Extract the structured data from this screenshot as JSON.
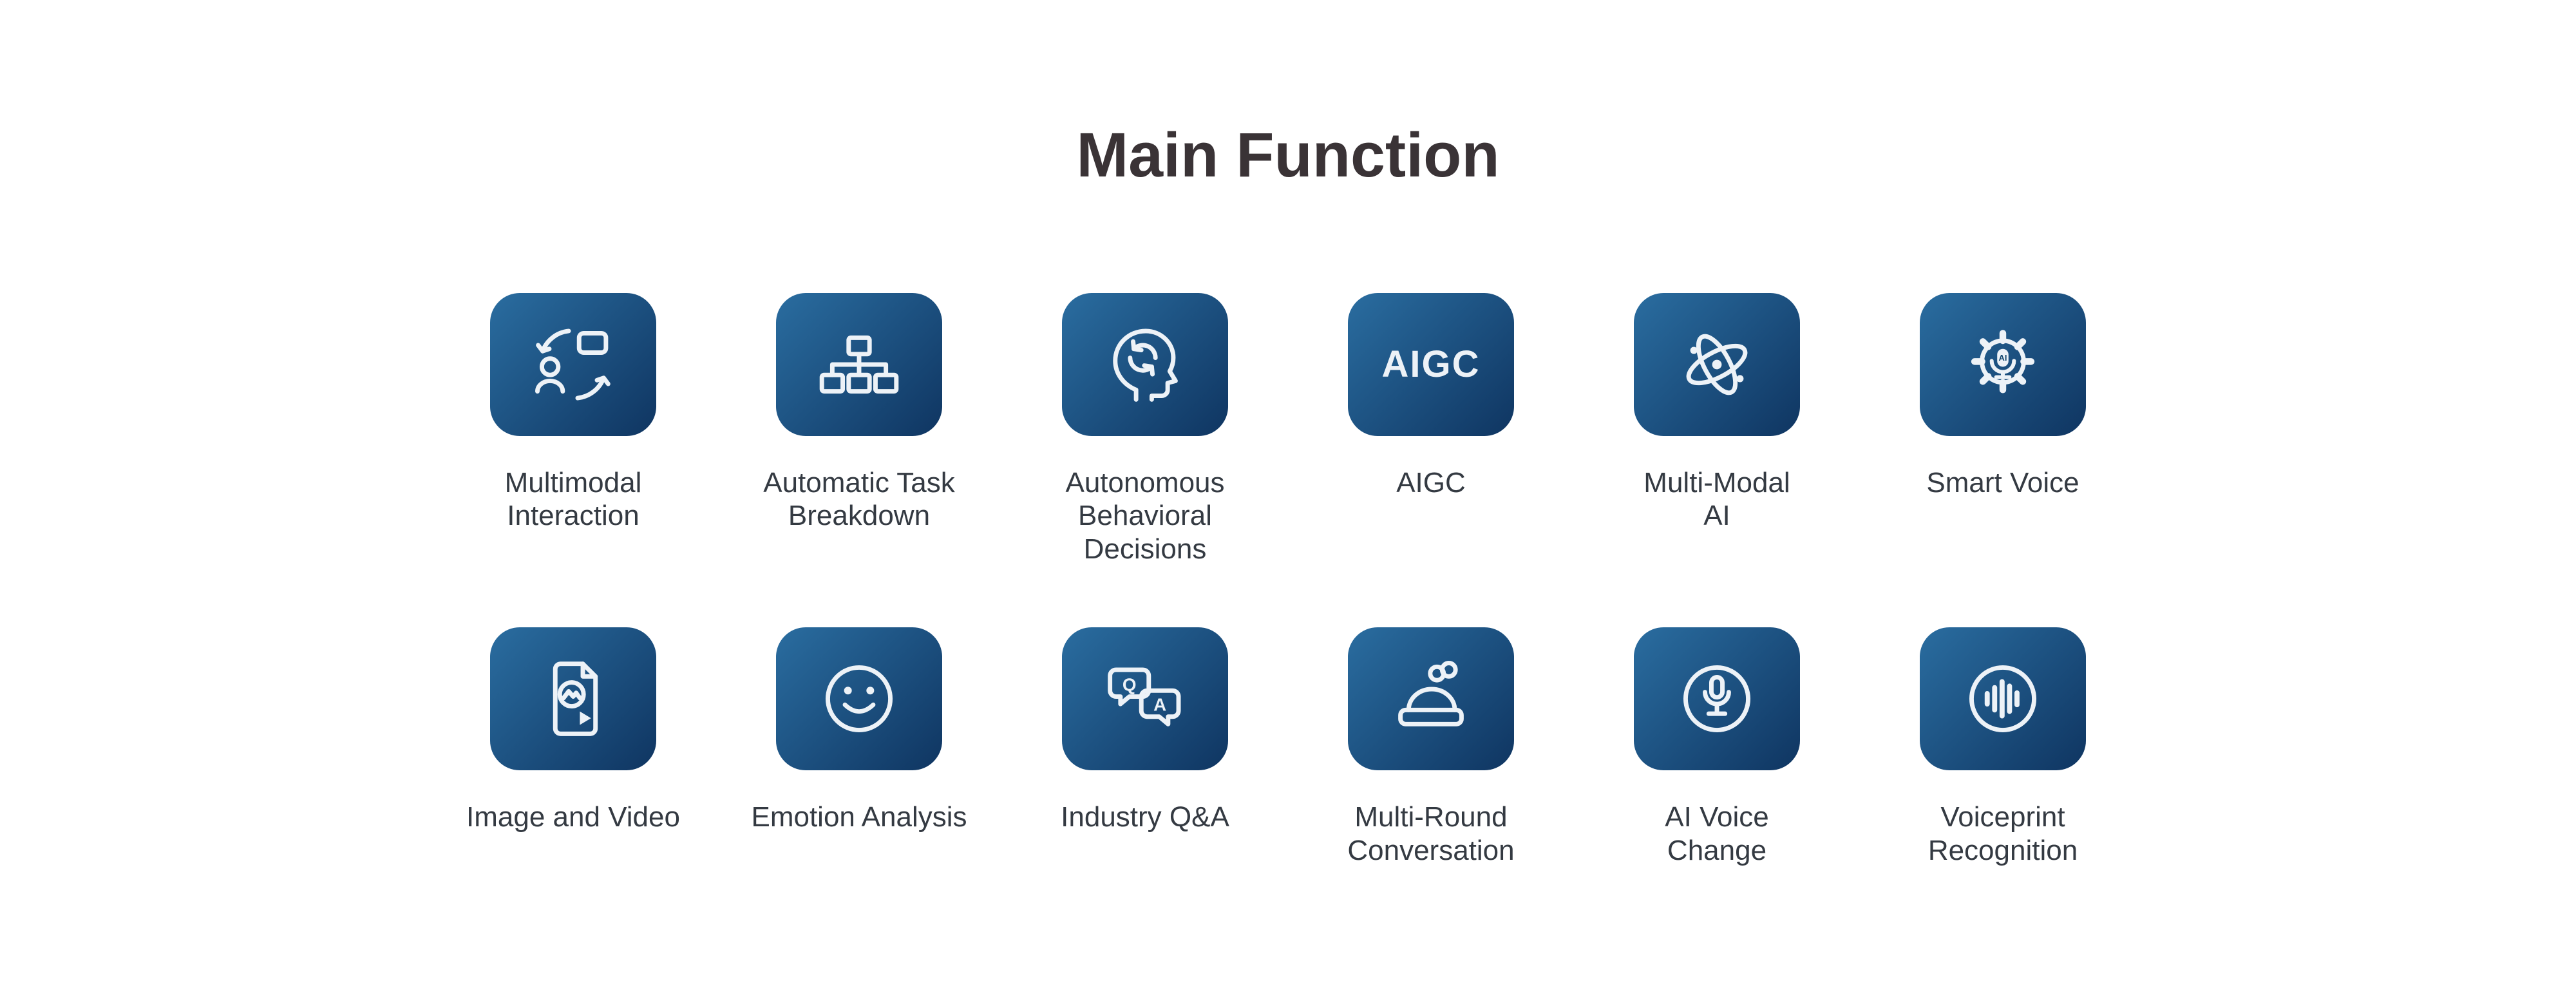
{
  "title": "Main Function",
  "colors": {
    "background": "#ffffff",
    "title": "#3a3336",
    "label": "#343a42",
    "tile_gradient_start": "#2a6da0",
    "tile_gradient_end": "#0f3561",
    "icon": "#edf2f7"
  },
  "rows": [
    {
      "tiles": [
        {
          "icon": "multimodal-interaction-icon",
          "label": "Multimodal\nInteraction"
        },
        {
          "icon": "automatic-task-breakdown-icon",
          "label": "Automatic Task\nBreakdown"
        },
        {
          "icon": "autonomous-behavioral-decisions-icon",
          "label": "Autonomous\nBehavioral\nDecisions"
        },
        {
          "icon": "aigc-icon",
          "label": "AIGC",
          "icon_text": "AIGC"
        },
        {
          "icon": "multi-modal-ai-icon",
          "label": "Multi-Modal\nAI"
        },
        {
          "icon": "smart-voice-icon",
          "label": "Smart Voice",
          "icon_text": "AI"
        }
      ]
    },
    {
      "tiles": [
        {
          "icon": "image-and-video-icon",
          "label": "Image and Video"
        },
        {
          "icon": "emotion-analysis-icon",
          "label": "Emotion Analysis"
        },
        {
          "icon": "industry-qa-icon",
          "label": "Industry Q&A",
          "icon_text_q": "Q",
          "icon_text_a": "A"
        },
        {
          "icon": "multi-round-conversation-icon",
          "label": "Multi-Round\nConversation"
        },
        {
          "icon": "ai-voice-change-icon",
          "label": "AI Voice\nChange"
        },
        {
          "icon": "voiceprint-recognition-icon",
          "label": "Voiceprint\nRecognition"
        }
      ]
    }
  ]
}
